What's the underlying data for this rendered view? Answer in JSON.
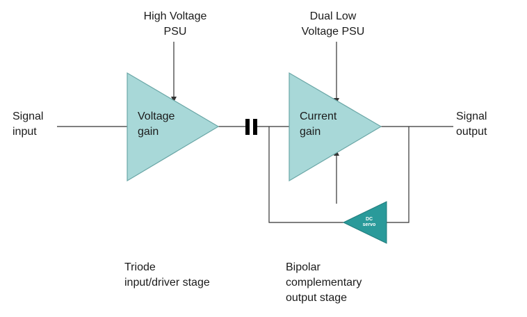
{
  "labels": {
    "hv_psu_line1": "High Voltage",
    "hv_psu_line2": "PSU",
    "lv_psu_line1": "Dual Low",
    "lv_psu_line2": "Voltage PSU",
    "signal_input_line1": "Signal",
    "signal_input_line2": "input",
    "signal_output_line1": "Signal",
    "signal_output_line2": "output",
    "voltage_gain_line1": "Voltage",
    "voltage_gain_line2": "gain",
    "current_gain_line1": "Current",
    "current_gain_line2": "gain",
    "dc_servo_line1": "DC",
    "dc_servo_line2": "servo",
    "triode_line1": "Triode",
    "triode_line2": "input/driver stage",
    "bipolar_line1": "Bipolar",
    "bipolar_line2": "complementary",
    "bipolar_line3": "output stage"
  },
  "colors": {
    "amp_fill": "#a8d8d8",
    "amp_stroke": "#6aa6a6",
    "servo_fill": "#2a9a9a",
    "wire": "#333333",
    "capacitor": "#000000"
  }
}
